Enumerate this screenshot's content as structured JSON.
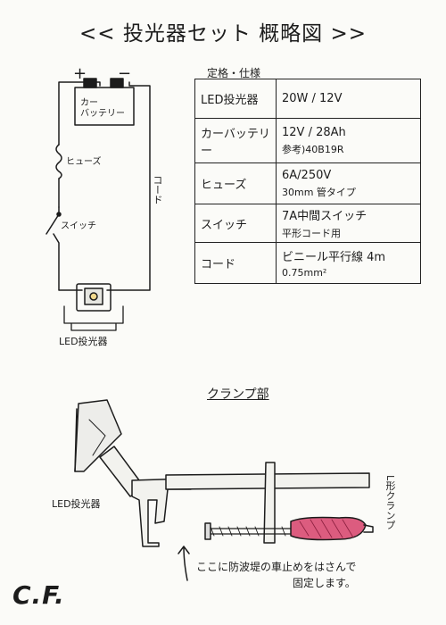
{
  "title": "<< 投光器セット 概略図 >>",
  "circuit": {
    "plus": "+",
    "minus": "−",
    "battery_label": "カー\nバッテリー",
    "fuse_label": "ヒューズ",
    "switch_label": "スイッチ",
    "cord_label": "コード",
    "led_label": "LED投光器"
  },
  "spec": {
    "heading": "定格・仕様",
    "rows": [
      {
        "key": "LED投光器",
        "value": "20W / 12V",
        "note": ""
      },
      {
        "key": "カーバッテリー",
        "value": "12V / 28Ah",
        "note": "参考)40B19R"
      },
      {
        "key": "ヒューズ",
        "value": "6A/250V",
        "note": "30mm 管タイプ"
      },
      {
        "key": "スイッチ",
        "value": "7A中間スイッチ",
        "note": "平形コード用"
      },
      {
        "key": "コード",
        "value": "ビニール平行線 4m",
        "note": "0.75mm²"
      }
    ]
  },
  "clamp": {
    "heading": "クランプ部",
    "led_label": "LED投光器",
    "clamp_label": "L形クランプ",
    "note_line1": "ここに防波堤の車止めをはさんで",
    "note_line2": "固定します。"
  },
  "logo": "C.F.",
  "colors": {
    "ink": "#1c1c1c",
    "grip": "#d6406a",
    "screen_bg": "#fbfbf8"
  }
}
